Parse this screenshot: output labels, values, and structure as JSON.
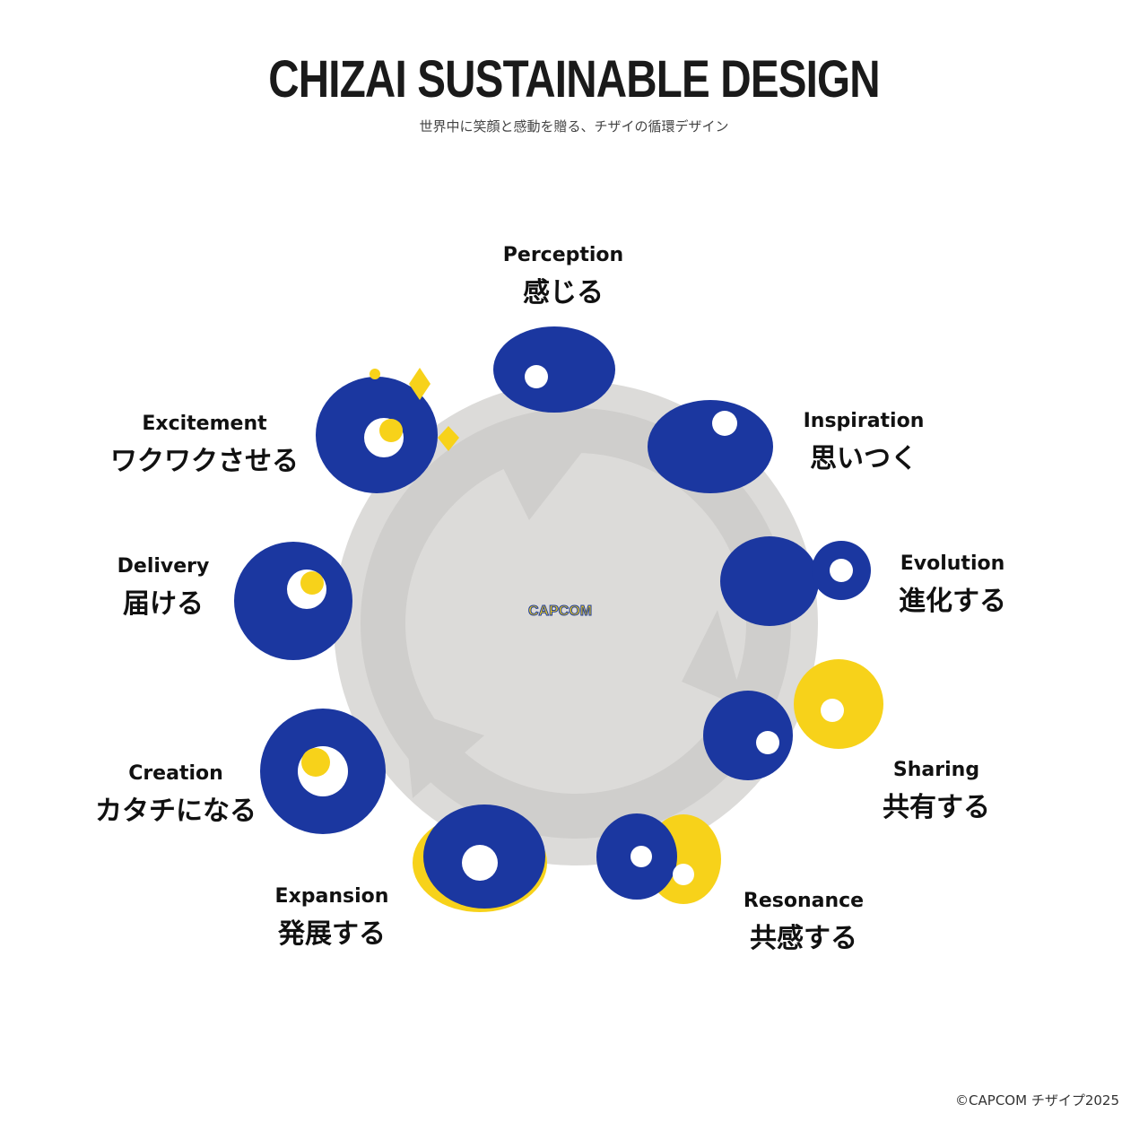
{
  "header": {
    "title": "CHIZAI SUSTAINABLE DESIGN",
    "subtitle": "世界中に笑顔と感動を贈る、チザイの循環デザイン"
  },
  "center_logo": "CAPCOM",
  "colors": {
    "blue": "#1b37a0",
    "yellow": "#f7d21a",
    "gray": "#dcdbd9",
    "arrow": "#cfcecc"
  },
  "stages": [
    {
      "en": "Perception",
      "ja": "感じる"
    },
    {
      "en": "Inspiration",
      "ja": "思いつく"
    },
    {
      "en": "Evolution",
      "ja": "進化する"
    },
    {
      "en": "Sharing",
      "ja": "共有する"
    },
    {
      "en": "Resonance",
      "ja": "共感する"
    },
    {
      "en": "Expansion",
      "ja": "発展する"
    },
    {
      "en": "Creation",
      "ja": "カタチになる"
    },
    {
      "en": "Delivery",
      "ja": "届ける"
    },
    {
      "en": "Excitement",
      "ja": "ワクワクさせる"
    }
  ],
  "footer": {
    "copyright": "©CAPCOM チザイプ2025"
  }
}
